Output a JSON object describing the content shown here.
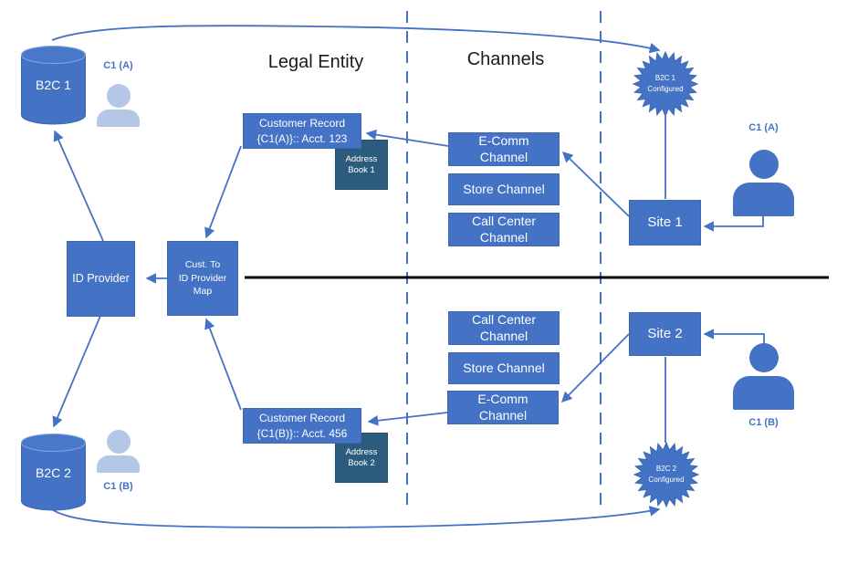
{
  "diagram": {
    "headings": {
      "legal_entity": "Legal Entity",
      "channels": "Channels"
    },
    "databases": {
      "b2c1": "B2C 1",
      "b2c2": "B2C 2"
    },
    "users": {
      "left_top": "C1 (A)",
      "left_bottom": "C1 (B)",
      "right_top": "C1 (A)",
      "right_bottom": "C1 (B)"
    },
    "id_provider": {
      "label": "ID Provider"
    },
    "cust_map": {
      "line1": "Cust. To",
      "line2": "ID Provider",
      "line3": "Map"
    },
    "customer_records": {
      "top": {
        "line1": "Customer Record",
        "line2": "{C1(A)}:: Acct. 123"
      },
      "bottom": {
        "line1": "Customer Record",
        "line2": "{C1(B)}:: Acct. 456"
      }
    },
    "address_books": {
      "top": {
        "line1": "Address",
        "line2": "Book 1"
      },
      "bottom": {
        "line1": "Address",
        "line2": "Book 2"
      }
    },
    "channels": {
      "top": [
        {
          "label": "E-Comm Channel"
        },
        {
          "label": "Store Channel"
        },
        {
          "label": "Call Center Channel"
        }
      ],
      "bottom": [
        {
          "label": "Call Center Channel"
        },
        {
          "label": "Store Channel"
        },
        {
          "label": "E-Comm Channel"
        }
      ]
    },
    "sites": {
      "site1": "Site 1",
      "site2": "Site 2"
    },
    "badges": {
      "top": {
        "line1": "B2C 1",
        "line2": "Configured"
      },
      "bottom": {
        "line1": "B2C 2",
        "line2": "Configured"
      }
    },
    "colors": {
      "primary_blue": "#4472C4",
      "dark_blue": "#2B5B7D",
      "light_person_blue": "#B4C7E7",
      "connector_blue": "#4472C4",
      "divider_black": "#000000"
    }
  }
}
